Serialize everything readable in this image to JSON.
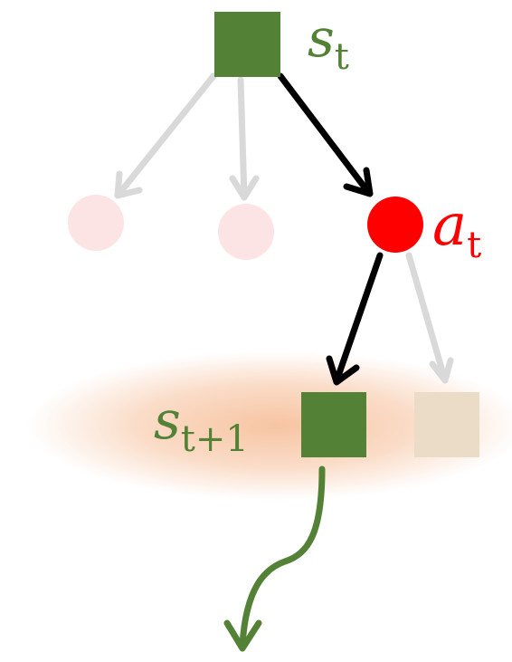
{
  "diagram": {
    "labels": {
      "root_state": {
        "base": "s",
        "sub": "t"
      },
      "action": {
        "base": "a",
        "sub": "t"
      },
      "next_state": {
        "base": "s",
        "sub": "t+1"
      }
    },
    "colors": {
      "state": "#538135",
      "action": "#ff0000",
      "faded_action": "#fde4e4",
      "faded_state": "#ebdcc8",
      "faded_arrow": "#d9d9d9",
      "chosen_arrow": "#000000",
      "highlight_glow": "#f4b183",
      "trajectory": "#538135"
    }
  }
}
